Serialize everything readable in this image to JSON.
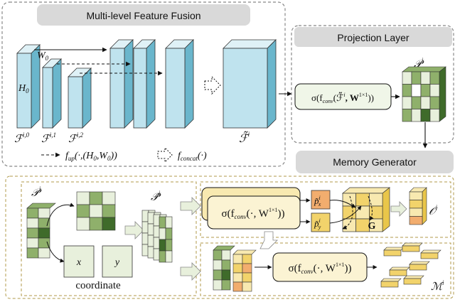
{
  "fusion": {
    "title": "Multi-level Feature Fusion",
    "label_h0": "H",
    "label_h0_sub": "0",
    "label_w0": "W",
    "label_w0_sub": "0",
    "feat0": "ℱ",
    "feat0_sup": "i,0",
    "feat1": "ℱ",
    "feat1_sup": "i,1",
    "feat2": "ℱ",
    "feat2_sup": "i,2",
    "fused": "ℱ̃",
    "fused_sup": "i",
    "legend_up": "f",
    "legend_up_sub": "up",
    "legend_up_args": "(·,(H",
    "legend_up_args_sub": "0",
    "legend_up_args2": ",W",
    "legend_up_args2_sub": "0",
    "legend_up_close": "))",
    "legend_cat": "f",
    "legend_cat_sub": "concat",
    "legend_cat_args": "(·)"
  },
  "projection": {
    "title": "Projection Layer",
    "formula_sigma": "σ(f",
    "formula_sub": "conv",
    "formula_args": "(ℱ̃",
    "formula_sup_i": "i",
    "formula_w": ", W",
    "formula_w_sup": "1×1",
    "formula_close": "))",
    "output": "𝒫",
    "output_sup": "i"
  },
  "memory": {
    "title": "Memory Generator",
    "input": "𝒫",
    "input_sup": "i",
    "coord_x": "x",
    "coord_y": "y",
    "coord_label": "coordinate",
    "aug": "𝒫̂",
    "aug_sup": "i",
    "conv_top": "σ(f",
    "conv_top_sub": "conv",
    "conv_top_args": "(·, W",
    "conv_top_sup": "1×1",
    "conv_top_close": "))",
    "px": "p̃",
    "px_sup": "i",
    "px_sub": "x",
    "py": "p̃",
    "py_sup": "i",
    "py_sub": "y",
    "grid_label": "G",
    "offset": "𝒪",
    "offset_sup": "i",
    "conv_bot": "σ(f",
    "conv_bot_sub": "conv",
    "conv_bot_args": "(·, W",
    "conv_bot_sup": "1×1",
    "conv_bot_close": "))",
    "mem_out": "ℳ",
    "mem_out_sup": "i"
  },
  "colors": {
    "cyan_front": "#bfe3ee",
    "cyan_top": "#dff1f6",
    "cyan_side": "#6ab6cc",
    "green_dark": "#3f6b2a",
    "green_mid": "#8fb06b",
    "green_light": "#e8f0dc",
    "orange": "#f2ad6e",
    "yellow": "#f2d36b",
    "yellow_light": "#f8e9b0",
    "header_gray": "#d9d9d9",
    "box_green_bg": "#f0f6e8"
  }
}
